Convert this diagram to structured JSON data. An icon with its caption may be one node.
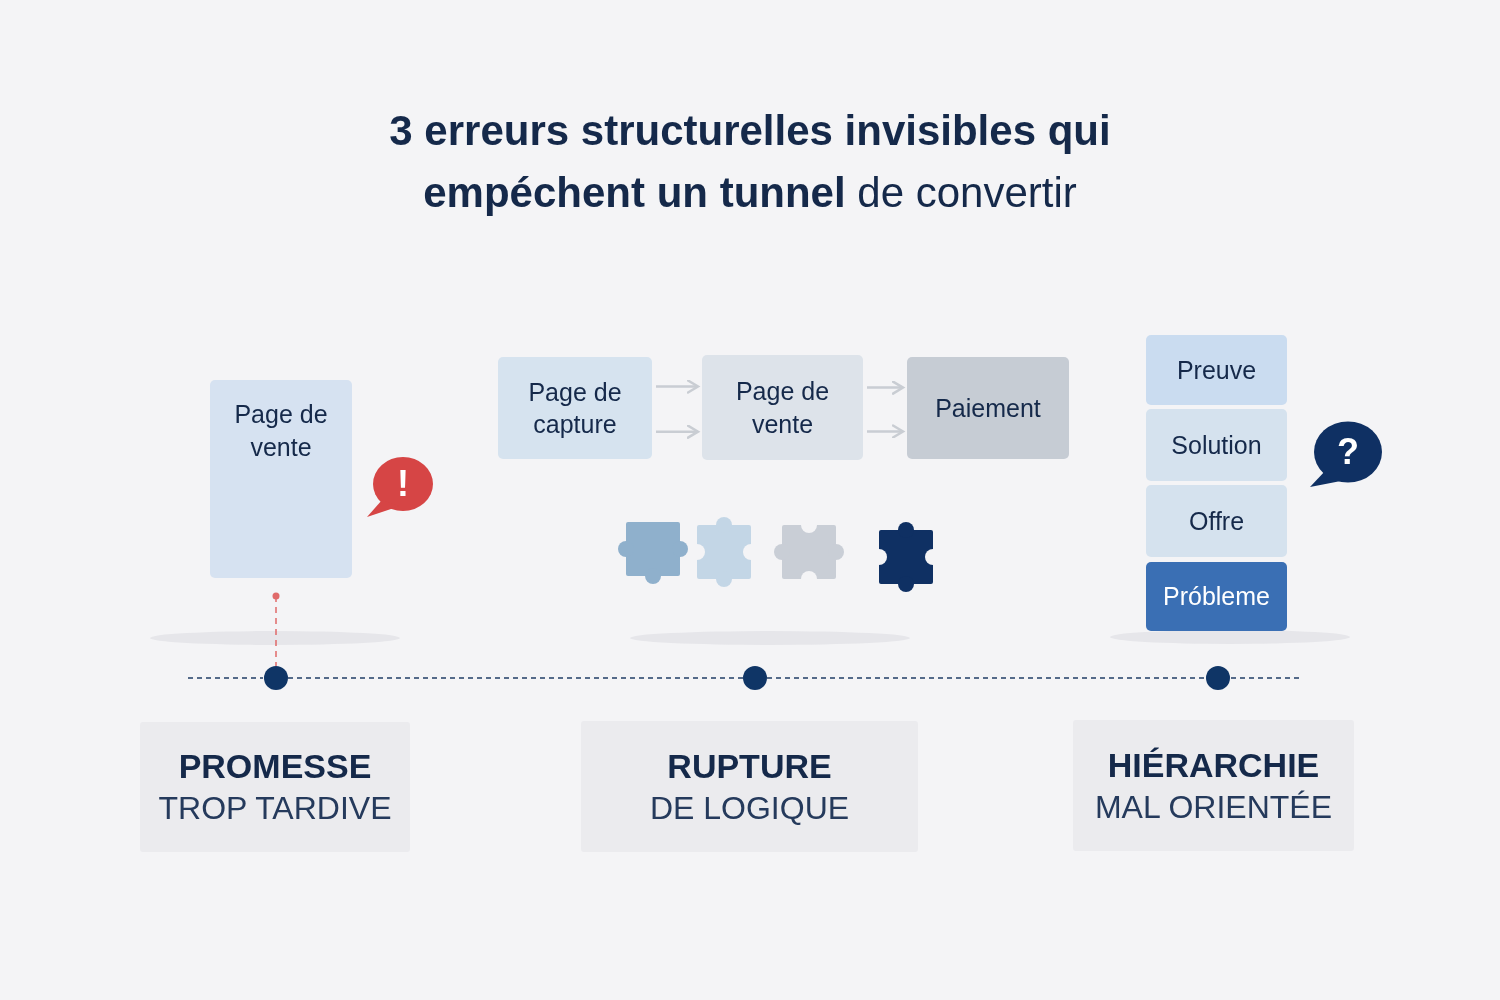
{
  "diagram": {
    "title": "**3 erreurs structurelles invisibles qui empéchent un tunnel** de convertir",
    "nodes": [
      {
        "text": [
          "Page de vente"
        ]
      },
      {
        "text": [
          "Page de capture"
        ]
      },
      {
        "text": [
          "Page de vente"
        ]
      },
      {
        "text": [
          "Paiement"
        ]
      },
      {
        "text": [
          "Preuve"
        ]
      },
      {
        "text": [
          "Solution"
        ]
      },
      {
        "text": [
          "Offre"
        ]
      },
      {
        "text": [
          "Próbleme"
        ]
      },
      {
        "text": [
          "PROMESSE",
          "TROP TARDIVE"
        ]
      },
      {
        "text": [
          "RUPTURE",
          "DE LOGIQUE"
        ]
      },
      {
        "text": [
          "HIÉRARCHIE",
          "MAL ORIENTÉE"
        ]
      },
      {
        "text": [],
        "shape": "circle"
      },
      {
        "text": [],
        "shape": "circle"
      },
      {
        "text": [],
        "shape": "circle"
      }
    ],
    "edges": [
      {
        "from": 1,
        "to": 2,
        "arrow": "to"
      },
      {
        "from": 1,
        "to": 2,
        "arrow": "to"
      },
      {
        "from": 2,
        "to": 3,
        "arrow": "to"
      },
      {
        "from": 2,
        "to": 3,
        "arrow": "to"
      },
      {
        "from": 0,
        "to": 11,
        "arrow": "other",
        "style": "dashed",
        "color": "#e06a6a"
      },
      {
        "from": 11,
        "to": 12,
        "arrow": "none",
        "style": "dashed",
        "color": "#1f3d66"
      },
      {
        "from": 12,
        "to": 13,
        "arrow": "none",
        "style": "dashed",
        "color": "#1f3d66"
      }
    ],
    "labels": [
      "!",
      "?"
    ]
  }
}
